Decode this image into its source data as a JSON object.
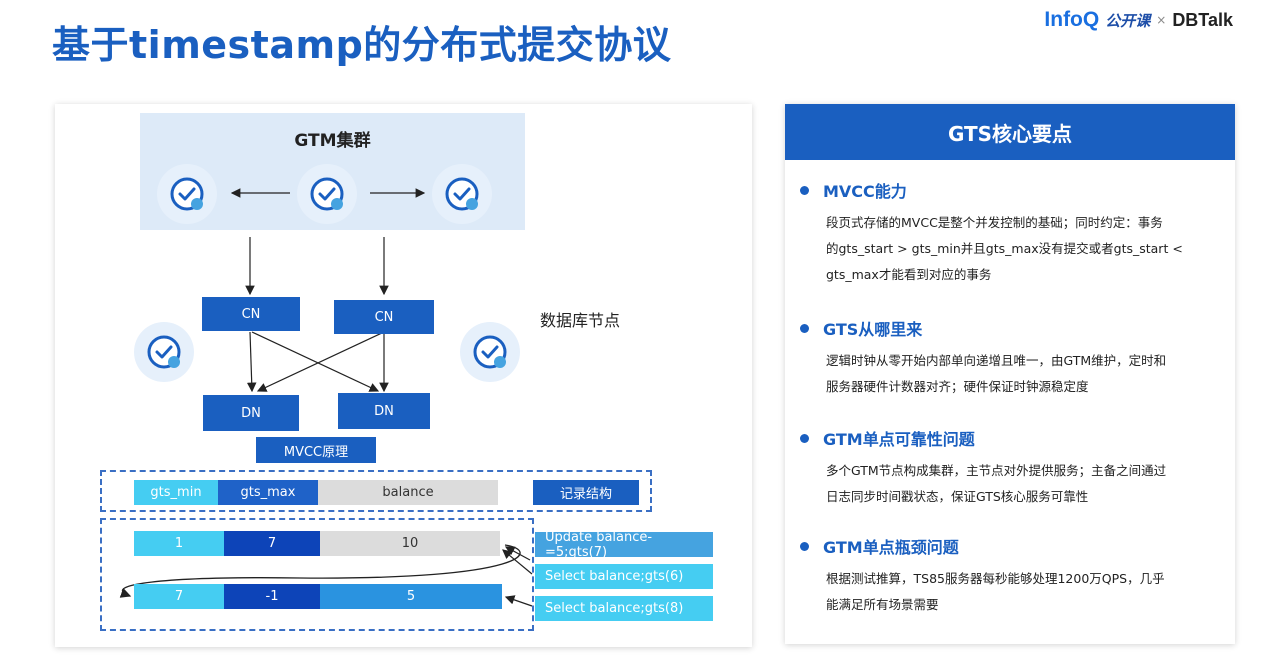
{
  "header": {
    "title": "基于timestamp的分布式提交协议",
    "logo_infoq": "InfoQ",
    "logo_gongkaike": "公开课",
    "logo_separator": "×",
    "logo_dbtalk": "DBTalk"
  },
  "diagram": {
    "gtm_cluster_label": "GTM集群",
    "cn_label": "CN",
    "dn_label": "DN",
    "db_nodes_label": "数据库节点",
    "mvcc_label": "MVCC原理",
    "record_structure_label": "记录结构",
    "record_headers": [
      "gts_min",
      "gts_max",
      "balance"
    ],
    "row1": [
      "1",
      "7",
      "10"
    ],
    "row2": [
      "7",
      "-1",
      "5"
    ],
    "annotations": [
      "Update balance-=5;gts(7)",
      "Select balance;gts(6)",
      "Select balance;gts(8)"
    ]
  },
  "right": {
    "header": "GTS核心要点",
    "sections": [
      {
        "title": "MVCC能力",
        "lines": [
          "段页式存储的MVCC是整个并发控制的基础；同时约定：事务",
          "的gts_start > gts_min并且gts_max没有提交或者gts_start <",
          "gts_max才能看到对应的事务"
        ]
      },
      {
        "title": "GTS从哪里来",
        "lines": [
          "逻辑时钟从零开始内部单向递增且唯一，由GTM维护，定时和",
          "服务器硬件计数器对齐；硬件保证时钟源稳定度"
        ]
      },
      {
        "title": "GTM单点可靠性问题",
        "lines": [
          "多个GTM节点构成集群，主节点对外提供服务；主备之间通过",
          "日志同步时间戳状态，保证GTS核心服务可靠性"
        ]
      },
      {
        "title": "GTM单点瓶颈问题",
        "lines": [
          "根据测试推算，TS85服务器每秒能够处理1200万QPS，几乎",
          "能满足所有场景需要"
        ]
      }
    ]
  },
  "colors": {
    "primary": "#1a5fc0",
    "light_cyan": "#45cdf2",
    "gray": "#dcdcdc"
  }
}
